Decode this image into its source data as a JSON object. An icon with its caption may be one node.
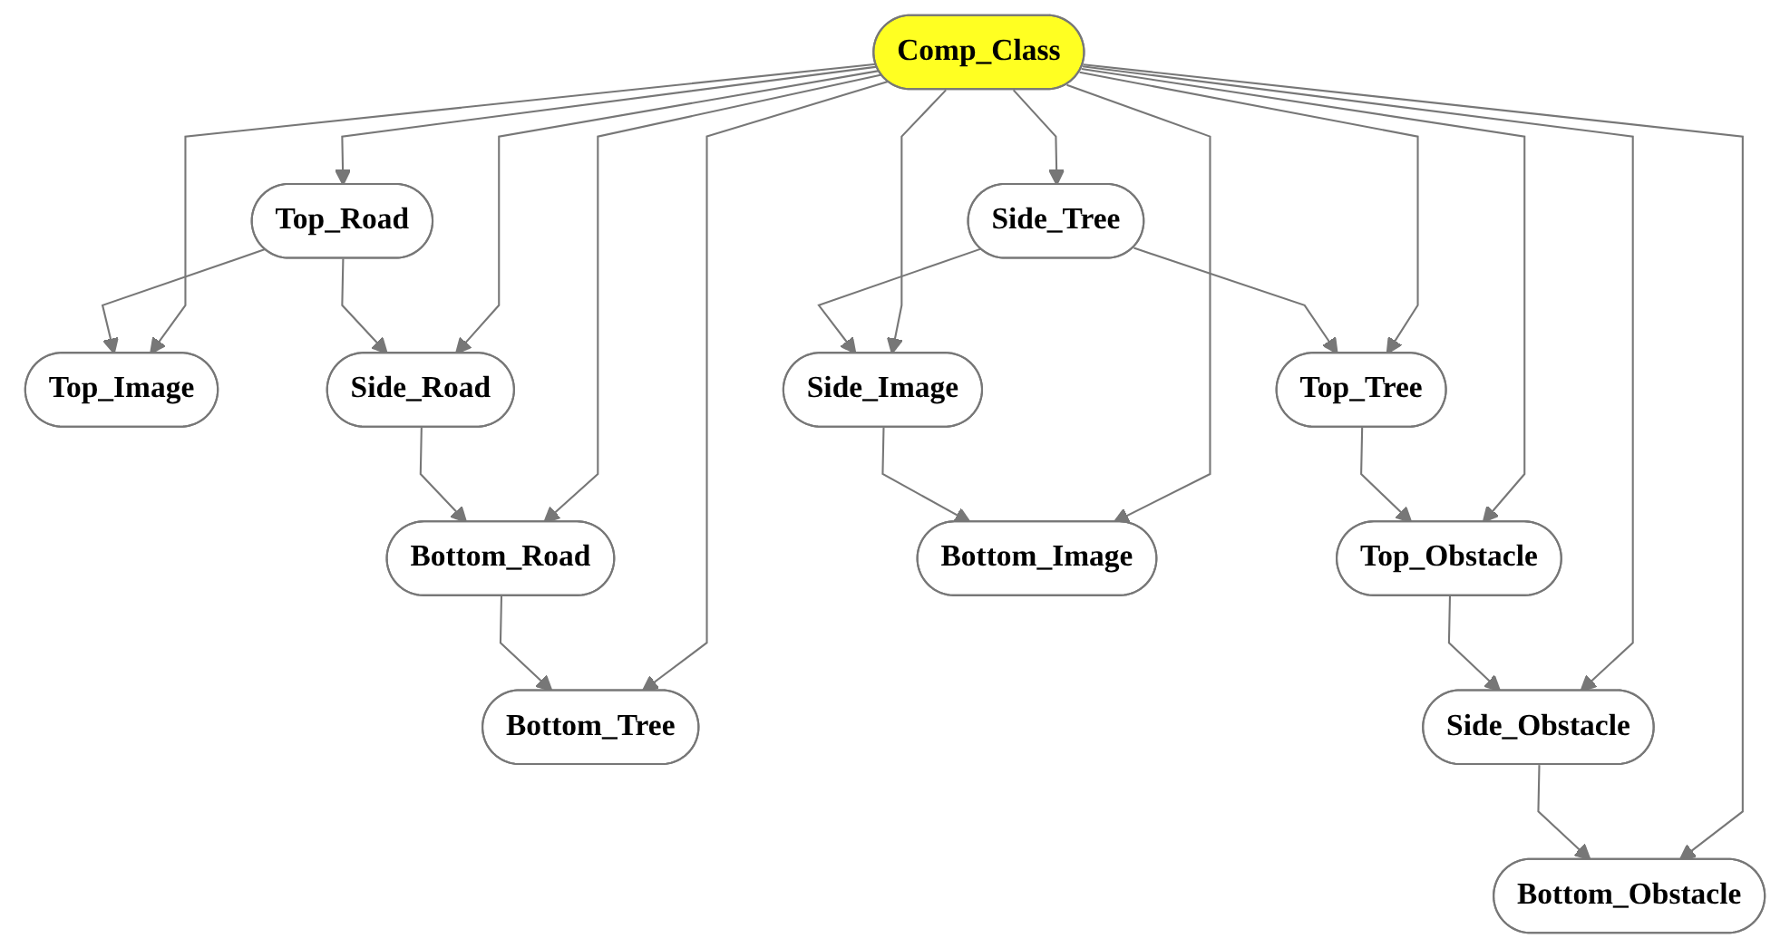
{
  "diagram": {
    "nodes": [
      {
        "text": [
          "Comp_Class"
        ]
      },
      {
        "text": [
          "Top_Image"
        ]
      },
      {
        "text": [
          "Top_Road"
        ]
      },
      {
        "text": [
          "Side_Tree"
        ]
      },
      {
        "text": [
          "Top_Tree"
        ]
      },
      {
        "text": [
          "Side_Road"
        ]
      },
      {
        "text": [
          "Side_Image"
        ]
      },
      {
        "text": [
          "Bottom_Road"
        ]
      },
      {
        "text": [
          "Bottom_Tree"
        ]
      },
      {
        "text": [
          "Top_Obstacle"
        ]
      },
      {
        "text": [
          "Side_Obstacle"
        ]
      },
      {
        "text": [
          "Bottom_Image"
        ]
      },
      {
        "text": [
          "Bottom_Obstacle"
        ]
      }
    ],
    "edges": [
      {
        "from": 0,
        "to": 6,
        "arrow": "to"
      },
      {
        "from": 0,
        "to": 1,
        "arrow": "to"
      },
      {
        "from": 0,
        "to": 3,
        "arrow": "to"
      },
      {
        "from": 0,
        "to": 11,
        "arrow": "to"
      },
      {
        "from": 0,
        "to": 9,
        "arrow": "to"
      },
      {
        "from": 0,
        "to": 4,
        "arrow": "to"
      },
      {
        "from": 0,
        "to": 7,
        "arrow": "to"
      },
      {
        "from": 0,
        "to": 10,
        "arrow": "to"
      },
      {
        "from": 0,
        "to": 12,
        "arrow": "to"
      },
      {
        "from": 0,
        "to": 5,
        "arrow": "to"
      },
      {
        "from": 0,
        "to": 2,
        "arrow": "to"
      },
      {
        "from": 0,
        "to": 8,
        "arrow": "to"
      },
      {
        "from": 2,
        "to": 1,
        "arrow": "to"
      },
      {
        "from": 2,
        "to": 5,
        "arrow": "to"
      },
      {
        "from": 5,
        "to": 7,
        "arrow": "to"
      },
      {
        "from": 7,
        "to": 8,
        "arrow": "to"
      },
      {
        "from": 3,
        "to": 6,
        "arrow": "to"
      },
      {
        "from": 3,
        "to": 4,
        "arrow": "to"
      },
      {
        "from": 4,
        "to": 9,
        "arrow": "to"
      },
      {
        "from": 6,
        "to": 11,
        "arrow": "to"
      },
      {
        "from": 9,
        "to": 10,
        "arrow": "to"
      },
      {
        "from": 10,
        "to": 12,
        "arrow": "to"
      }
    ]
  }
}
